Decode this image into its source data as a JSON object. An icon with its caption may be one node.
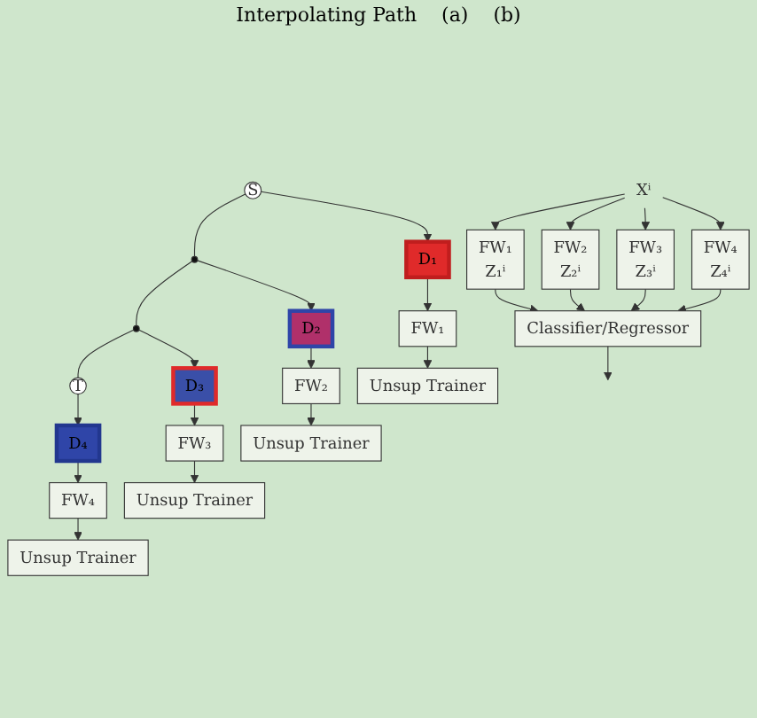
{
  "diagram": {
    "nodes": [
      {
        "text": [
          "S"
        ]
      },
      {
        "text": [],
        "shape": "circle"
      },
      {
        "text": [],
        "shape": "circle"
      },
      {
        "text": [
          "T"
        ]
      },
      {
        "text": [
          "D₁"
        ]
      },
      {
        "text": [
          "D₂"
        ]
      },
      {
        "text": [
          "D₃"
        ]
      },
      {
        "text": [
          "D₄"
        ]
      },
      {
        "text": [
          "FW₁"
        ]
      },
      {
        "text": [
          "FW₂"
        ]
      },
      {
        "text": [
          "FW₃"
        ]
      },
      {
        "text": [
          "FW₄"
        ]
      },
      {
        "text": [
          "Unsup Trainer"
        ]
      },
      {
        "text": [
          "Unsup Trainer"
        ]
      },
      {
        "text": [
          "Unsup Trainer"
        ]
      },
      {
        "text": [
          "Unsup Trainer"
        ]
      },
      {
        "text": [
          "Xⁱ"
        ]
      },
      {
        "text": [
          "FW₁",
          "Z₁ⁱ"
        ]
      },
      {
        "text": [
          "FW₂",
          "Z₂ⁱ"
        ]
      },
      {
        "text": [
          "FW₃",
          "Z₃ⁱ"
        ]
      },
      {
        "text": [
          "FW₄",
          "Z₄ⁱ"
        ]
      },
      {
        "text": [
          "Classifier/Regressor"
        ]
      }
    ],
    "edges": [
      {
        "from": 0,
        "to": 1,
        "arrow": "none"
      },
      {
        "from": 1,
        "to": 2,
        "arrow": "none"
      },
      {
        "from": 2,
        "to": 3,
        "arrow": "none"
      },
      {
        "from": 0,
        "to": 4,
        "arrow": "to"
      },
      {
        "from": 1,
        "to": 5,
        "arrow": "to"
      },
      {
        "from": 2,
        "to": 6,
        "arrow": "to"
      },
      {
        "from": 3,
        "to": 7,
        "arrow": "to"
      },
      {
        "from": 4,
        "to": 8,
        "arrow": "to"
      },
      {
        "from": 5,
        "to": 9,
        "arrow": "to"
      },
      {
        "from": 6,
        "to": 10,
        "arrow": "to"
      },
      {
        "from": 7,
        "to": 11,
        "arrow": "to"
      },
      {
        "from": 8,
        "to": 12,
        "arrow": "to"
      },
      {
        "from": 9,
        "to": 13,
        "arrow": "to"
      },
      {
        "from": 10,
        "to": 14,
        "arrow": "to"
      },
      {
        "from": 11,
        "to": 15,
        "arrow": "to"
      },
      {
        "from": 16,
        "to": 17,
        "arrow": "to"
      },
      {
        "from": 16,
        "to": 18,
        "arrow": "to"
      },
      {
        "from": 16,
        "to": 19,
        "arrow": "to"
      },
      {
        "from": 16,
        "to": 20,
        "arrow": "to"
      },
      {
        "from": 17,
        "to": 21,
        "arrow": "to"
      },
      {
        "from": 18,
        "to": 21,
        "arrow": "to"
      },
      {
        "from": 19,
        "to": 21,
        "arrow": "to"
      },
      {
        "from": 20,
        "to": 21,
        "arrow": "to"
      },
      {
        "from": 21,
        "to": null,
        "arrow": "to"
      }
    ],
    "labels": [
      "Interpolating Path",
      "(a)",
      "(b)"
    ]
  }
}
